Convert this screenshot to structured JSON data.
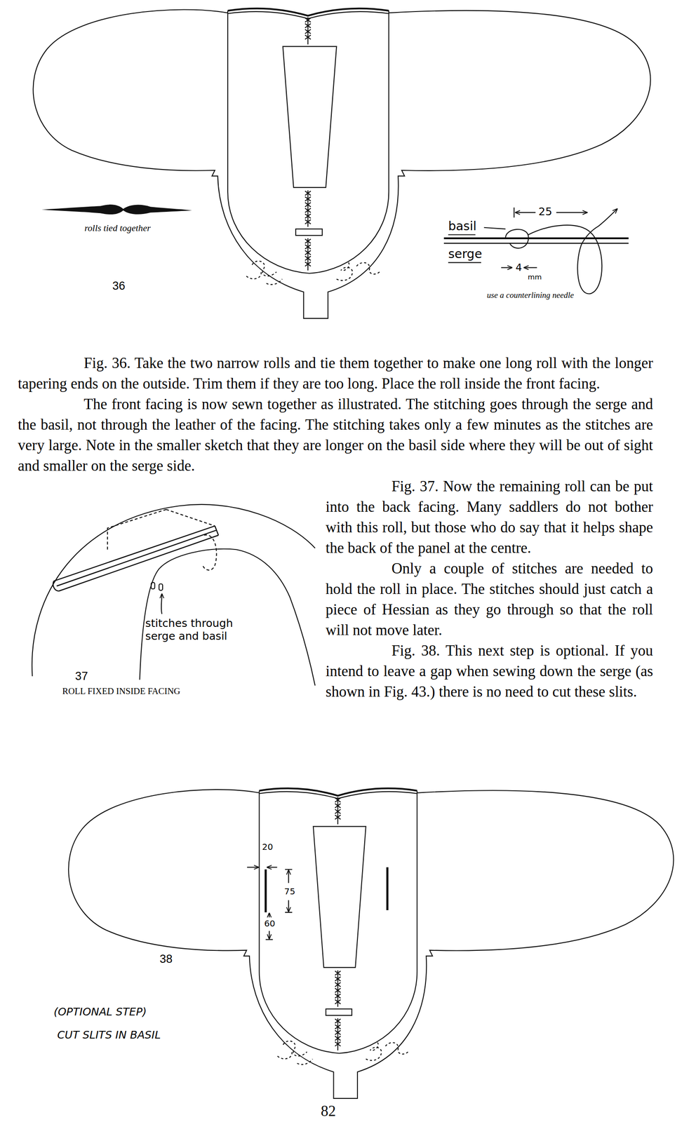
{
  "diagram": {
    "labels": [
      "rolls tied together",
      "36",
      "25",
      "basil",
      "serge",
      "4",
      "mm",
      "use a counterlining needle",
      "Fig. 36. Take the two narrow rolls and tie them together to make one long roll with the longer tapering ends on the outside. Trim them if they are too long. Place the roll inside the front facing.",
      "The front facing is now sewn together as illustrated. The stitching goes through the serge and the basil, not through the leather of the facing. The stitching takes only a few minutes as the stitches are very large. Note in the smaller sketch that they are longer on the basil side where they will be out of sight and smaller on the serge side.",
      "Fig. 37. Now the remaining roll can be put into the back facing. Many saddlers do not bother with this roll, but those who do say that it helps shape the back of the panel at the centre.",
      "stitches through serge and basil",
      "37",
      "ROLL FIXED INSIDE FACING",
      "Only a couple of stitches are needed to hold the roll in place. The stitches should just catch a piece of Hessian as they go through so that the roll will not move later.",
      "Fig. 38. This next step is optional. If you intend to leave a gap when sewing down the serge (as shown in Fig. 43.) there is no need to cut these slits.",
      "20",
      "75",
      "60",
      "38",
      "(OPTIONAL STEP)",
      "CUT SLITS IN BASIL",
      "82"
    ]
  }
}
